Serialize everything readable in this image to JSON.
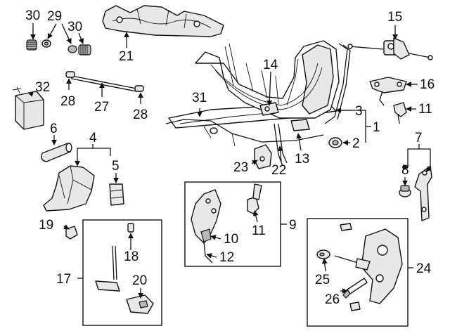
{
  "callouts": {
    "c30a": "30",
    "c29": "29",
    "c30b": "30",
    "c21": "21",
    "c15": "15",
    "c14": "14",
    "c32": "32",
    "c27": "27",
    "c28a": "28",
    "c28b": "28",
    "c16": "16",
    "c31": "31",
    "c3": "3",
    "c11a": "11",
    "c1": "1",
    "c2": "2",
    "c6": "6",
    "c4": "4",
    "c13": "13",
    "c7": "7",
    "c23": "23",
    "c22": "22",
    "c5": "5",
    "c8": "8",
    "c9": "9",
    "c11b": "11",
    "c10": "10",
    "c12": "12",
    "c19": "19",
    "c18": "18",
    "c17": "17",
    "c20": "20",
    "c24": "24",
    "c25": "25",
    "c26": "26"
  }
}
